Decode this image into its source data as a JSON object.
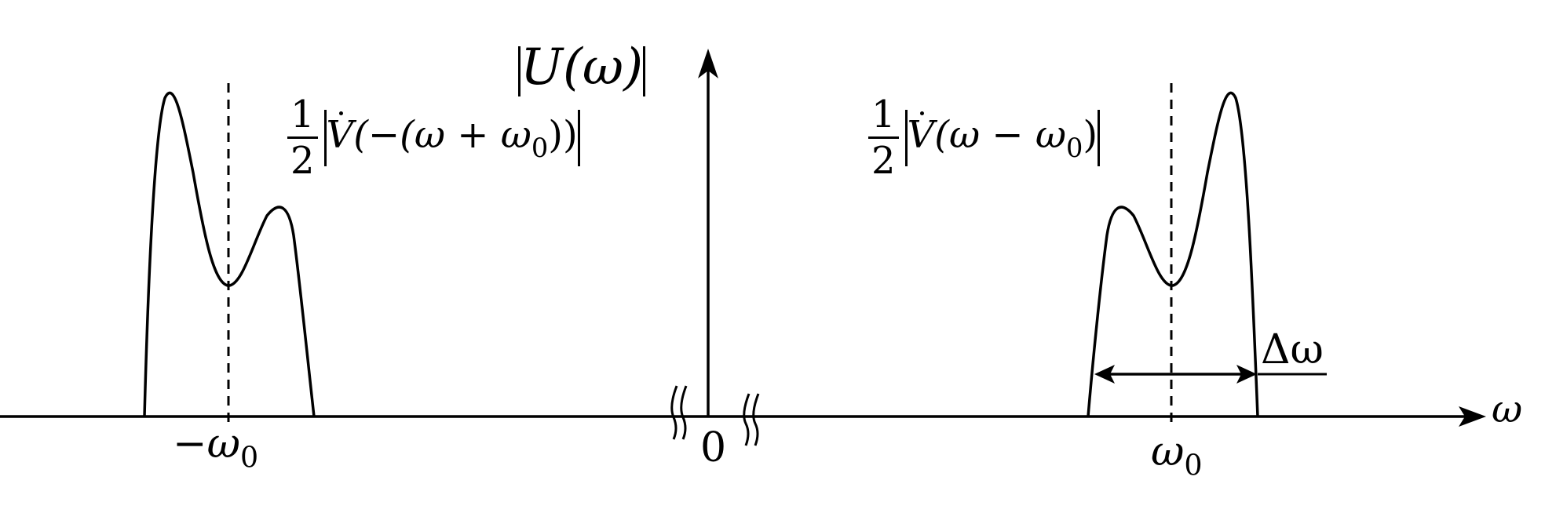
{
  "y_axis": {
    "label_text": "U(ω)"
  },
  "x_axis": {
    "symbol": "ω",
    "origin_label": "0"
  },
  "ticks": {
    "neg_omega0": {
      "main": "−ω",
      "sub": "0"
    },
    "pos_omega0": {
      "main": "ω",
      "sub": "0"
    }
  },
  "labels": {
    "left_spectrum": {
      "numerator": "1",
      "denominator": "2",
      "symbol": "V",
      "argument": "(−(ω + ω",
      "sub": "0",
      "tail": "))"
    },
    "right_spectrum": {
      "numerator": "1",
      "denominator": "2",
      "symbol": "V",
      "argument": "(ω − ω",
      "sub": "0",
      "tail": ")"
    },
    "bandwidth": "Δω"
  },
  "colors": {
    "stroke": "#000000",
    "background": "#ffffff"
  }
}
